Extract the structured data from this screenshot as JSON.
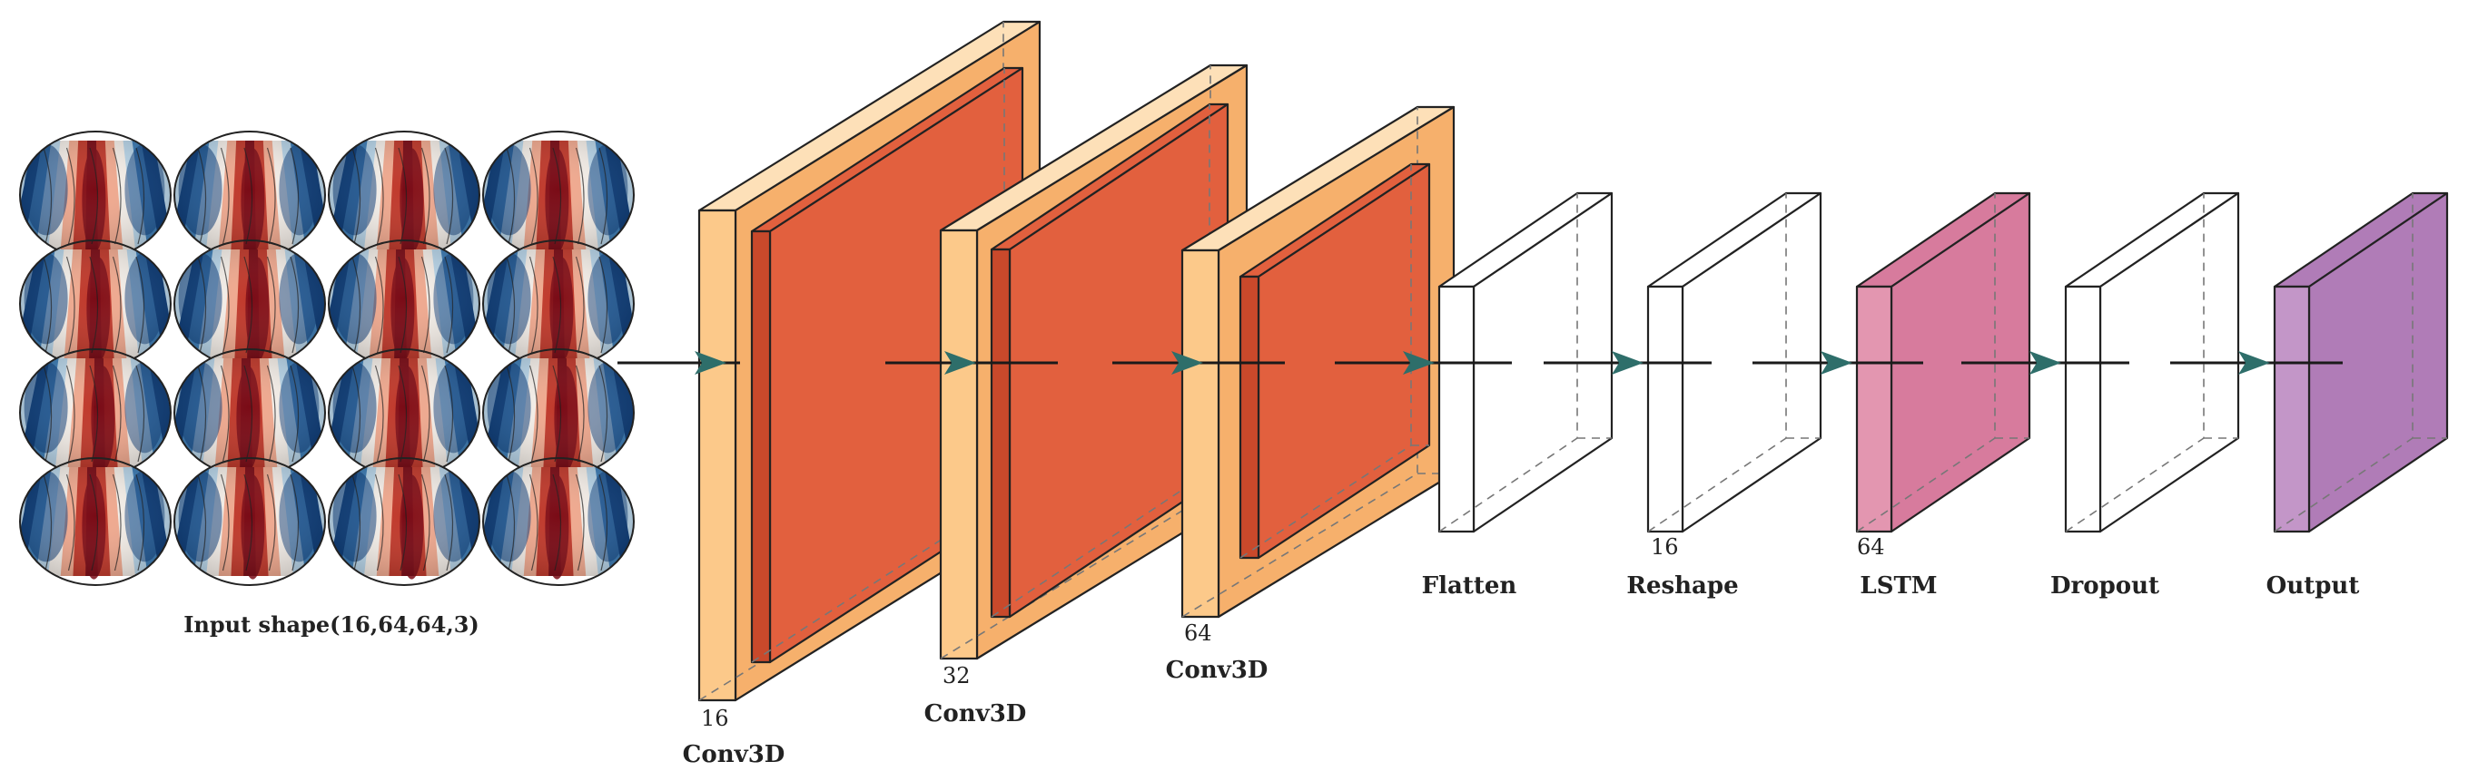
{
  "input": {
    "caption": "Input shape(16,64,64,3)",
    "tile_colors": {
      "deep_blue": "#0d3c78",
      "blue": "#3f7fb8",
      "light_blue": "#b9d6ea",
      "white": "#f5efe9",
      "light_red": "#f0a98f",
      "red": "#c0392b",
      "deep_red": "#7a0c16",
      "contour": "#1b1b1b"
    }
  },
  "layers": [
    {
      "id": "conv3d-1",
      "name": "Conv3D",
      "units": "16",
      "style": "conv"
    },
    {
      "id": "conv3d-2",
      "name": "Conv3D",
      "units": "32",
      "style": "conv"
    },
    {
      "id": "conv3d-3",
      "name": "Conv3D",
      "units": "64",
      "style": "conv"
    },
    {
      "id": "flatten",
      "name": "Flatten",
      "units": "",
      "style": "plain"
    },
    {
      "id": "reshape",
      "name": "Reshape",
      "units": "16",
      "style": "plain"
    },
    {
      "id": "lstm",
      "name": "LSTM",
      "units": "64",
      "style": "lstm"
    },
    {
      "id": "dropout",
      "name": "Dropout",
      "units": "",
      "style": "plain"
    },
    {
      "id": "output",
      "name": "Output",
      "units": "",
      "style": "output"
    }
  ],
  "colors": {
    "conv_outer_front": "#fcc98a",
    "conv_outer_side": "#f6b06c",
    "conv_outer_top": "#fde0b8",
    "conv_inner_front": "#e2603e",
    "conv_inner_side": "#c9492b",
    "plain_face": "#ffffff",
    "lstm_front": "#e396b0",
    "lstm_side": "#d77b9d",
    "output_front": "#c396c8",
    "output_side": "#b07cb7",
    "arrow": "#2e6e6a",
    "line": "#1a1a1a"
  }
}
